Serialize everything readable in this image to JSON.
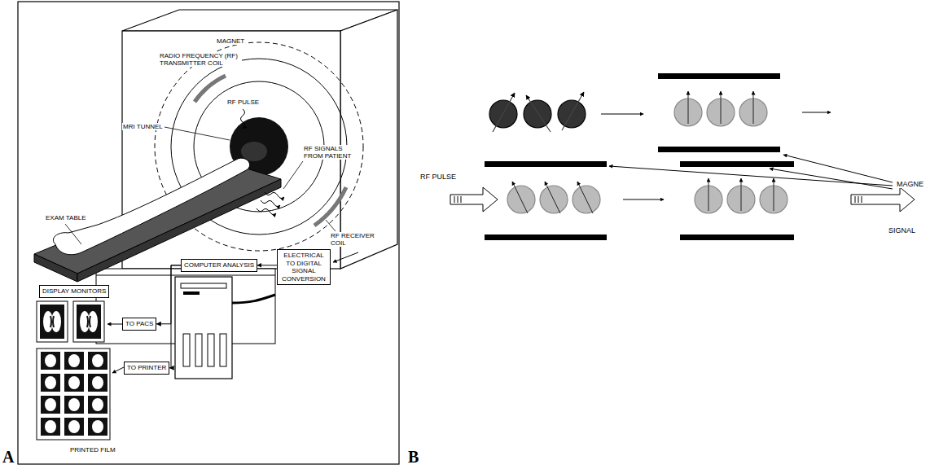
{
  "diagram": {
    "nodes": [
      {
        "text": [
          "COMPUTER ANALYSIS"
        ]
      },
      {
        "text": [
          "ELECTRICAL TO DIGITAL SIGNAL CONVERSION"
        ]
      },
      {
        "text": [
          "DISPLAY MONITORS"
        ]
      },
      {
        "text": [
          "TO PACS"
        ]
      },
      {
        "text": [
          "TO PRINTER"
        ]
      }
    ],
    "edges": [
      {
        "from": 1,
        "to": 0,
        "arrow": "to"
      },
      {
        "from": 0,
        "to": 3,
        "arrow": "to"
      },
      {
        "from": 0,
        "to": 4,
        "arrow": "to"
      }
    ],
    "labels": [
      "A",
      "MAGNET",
      "RADIO FREQUENCY (RF) TRANSMITTER COIL",
      "RF PULSE",
      "MRI TUNNEL",
      "RF SIGNALS FROM PATIENT",
      "EXAM TABLE",
      "RF RECEIVER COIL",
      "PRINTED FILM",
      "B",
      "RF PULSE",
      "MAGNE",
      "SIGNAL"
    ]
  }
}
